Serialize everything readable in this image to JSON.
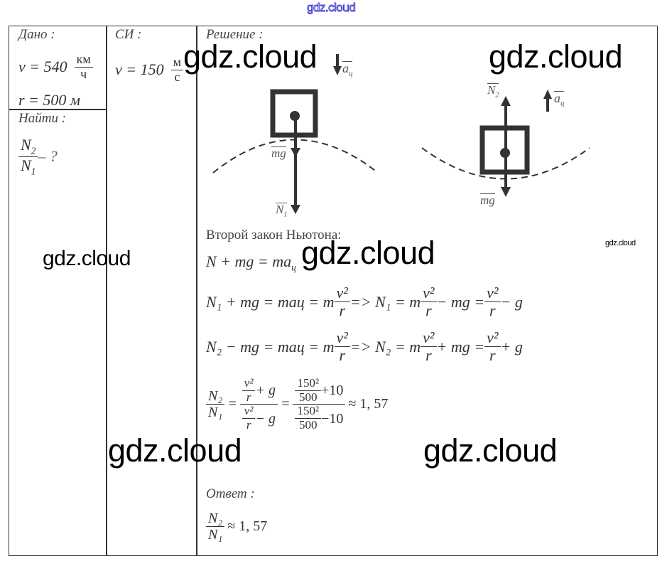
{
  "header_watermark": "gdz.cloud",
  "given": {
    "title": "Дано :",
    "v_label": "v = 540",
    "v_unit_num": "км",
    "v_unit_den": "ч",
    "r_line": "r = 500 м"
  },
  "find": {
    "title": "Найти :",
    "num": "N",
    "num_sub": "2",
    "den": "N",
    "den_sub": "1",
    "suffix": "– ?"
  },
  "si": {
    "title": "СИ :",
    "v_label": "v = 150",
    "unit_num": "м",
    "unit_den": "с"
  },
  "solution": {
    "title": "Решение :",
    "diagram1": {
      "accel_label": "a",
      "accel_sub": "ц",
      "gravity_label": "mg",
      "normal_label": "N",
      "normal_sub": "1"
    },
    "diagram2": {
      "accel_label": "a",
      "accel_sub": "ц",
      "gravity_label": "mg",
      "normal_label": "N",
      "normal_sub": "2"
    },
    "law_title": "Второй закон Ньютона:",
    "eq_vector": "N + mg = ma",
    "eq_vector_sub": "ц",
    "eq1": {
      "lhs": "N₁ + mg = maц = m",
      "mid": " => N₁ = m",
      "mid2": " − mg = ",
      "tail": " − g",
      "frac_num": "v²",
      "frac_den": "r"
    },
    "eq2": {
      "lhs": "N₂ − mg = maц = m",
      "mid": " => N₂ = m",
      "mid2": " + mg = ",
      "tail": " + g",
      "frac_num": "v²",
      "frac_den": "r"
    },
    "ratio": {
      "lhs_num": "N₂",
      "lhs_den": "N₁",
      "sym_num_top": "v²",
      "sym_num_bot": "r",
      "sym_num_tail": "+ g",
      "sym_den_top": "v²",
      "sym_den_bot": "r",
      "sym_den_tail": "− g",
      "val_num_top": "150²",
      "val_num_bot": "500",
      "val_num_tail": "+10",
      "val_den_top": "150²",
      "val_den_bot": "500",
      "val_den_tail": "−10",
      "result": "≈ 1, 57"
    },
    "answer_title": "Ответ :",
    "answer_num": "N₂",
    "answer_den": "N₁",
    "answer_value": "≈ 1, 57"
  },
  "watermarks": [
    "gdz.cloud",
    "gdz.cloud",
    "gdz.cloud",
    "gdz.cloud",
    "gdz.cloud",
    "gdz.cloud",
    "gdz.cloud"
  ]
}
